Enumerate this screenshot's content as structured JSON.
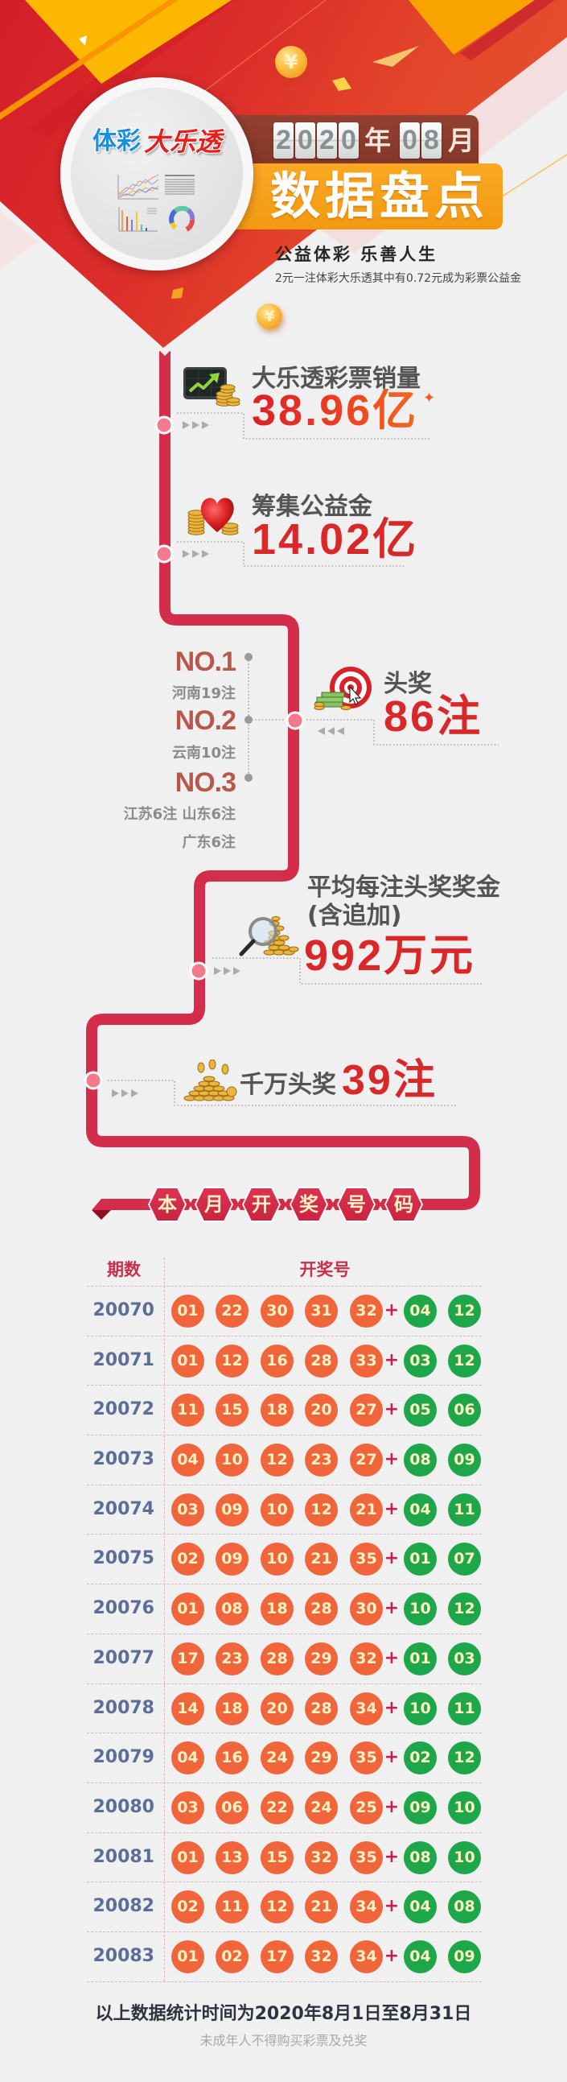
{
  "header": {
    "brand_sport": "体彩",
    "brand_lotto": "大乐透",
    "year_digits": [
      "2",
      "0",
      "2",
      "0"
    ],
    "year_unit": "年",
    "month_digits": [
      "0",
      "8"
    ],
    "month_unit": "月",
    "title": "数据盘点",
    "slogan": "公益体彩 乐善人生",
    "subtitle": "2元一注体彩大乐透其中有0.72元成为彩票公益金",
    "coin_symbol": "¥",
    "circle_icons": [
      "line-chart-icon",
      "text-lines-icon",
      "bar-chart-icon",
      "donut-chart-icon"
    ]
  },
  "stats": {
    "sales": {
      "label": "大乐透彩票销量",
      "value": "38.96亿",
      "icon": "chart-coins-icon",
      "sparkle": "✦"
    },
    "welfare": {
      "label": "筹集公益金",
      "value": "14.02亿",
      "icon": "heart-coins-icon"
    },
    "jackpot": {
      "label": "头奖",
      "value": "86注",
      "icon": "target-money-icon",
      "ranking": [
        {
          "rank": "NO.1",
          "detail": "河南19注"
        },
        {
          "rank": "NO.2",
          "detail": "云南10注"
        },
        {
          "rank": "NO.3",
          "detail": "江苏6注 山东6注",
          "detail_extra": "广东6注"
        }
      ]
    },
    "avg_prize": {
      "label": "平均每注头奖奖金",
      "label_note": "(含追加)",
      "value": "992万元",
      "icon": "magnifier-coins-icon"
    },
    "ten_million": {
      "label": "千万头奖",
      "value": "39注",
      "icon": "coin-pile-icon"
    }
  },
  "draws": {
    "title_chars": [
      "本",
      "月",
      "开",
      "奖",
      "号",
      "码"
    ],
    "columns": {
      "period": "期数",
      "numbers": "开奖号"
    },
    "plus": "+",
    "rows": [
      {
        "period": "20070",
        "front": [
          "01",
          "22",
          "30",
          "31",
          "32"
        ],
        "back": [
          "04",
          "12"
        ]
      },
      {
        "period": "20071",
        "front": [
          "01",
          "12",
          "16",
          "28",
          "33"
        ],
        "back": [
          "03",
          "12"
        ]
      },
      {
        "period": "20072",
        "front": [
          "11",
          "15",
          "18",
          "20",
          "27"
        ],
        "back": [
          "05",
          "06"
        ]
      },
      {
        "period": "20073",
        "front": [
          "04",
          "10",
          "12",
          "23",
          "27"
        ],
        "back": [
          "08",
          "09"
        ]
      },
      {
        "period": "20074",
        "front": [
          "03",
          "09",
          "10",
          "12",
          "21"
        ],
        "back": [
          "04",
          "11"
        ]
      },
      {
        "period": "20075",
        "front": [
          "02",
          "09",
          "10",
          "21",
          "35"
        ],
        "back": [
          "01",
          "07"
        ]
      },
      {
        "period": "20076",
        "front": [
          "01",
          "08",
          "18",
          "28",
          "30"
        ],
        "back": [
          "10",
          "12"
        ]
      },
      {
        "period": "20077",
        "front": [
          "17",
          "23",
          "28",
          "29",
          "32"
        ],
        "back": [
          "01",
          "03"
        ]
      },
      {
        "period": "20078",
        "front": [
          "14",
          "18",
          "20",
          "28",
          "34"
        ],
        "back": [
          "10",
          "11"
        ]
      },
      {
        "period": "20079",
        "front": [
          "04",
          "16",
          "24",
          "29",
          "35"
        ],
        "back": [
          "02",
          "12"
        ]
      },
      {
        "period": "20080",
        "front": [
          "03",
          "06",
          "22",
          "24",
          "25"
        ],
        "back": [
          "09",
          "10"
        ]
      },
      {
        "period": "20081",
        "front": [
          "01",
          "13",
          "15",
          "32",
          "35"
        ],
        "back": [
          "08",
          "10"
        ]
      },
      {
        "period": "20082",
        "front": [
          "02",
          "11",
          "12",
          "21",
          "34"
        ],
        "back": [
          "04",
          "08"
        ]
      },
      {
        "period": "20083",
        "front": [
          "01",
          "02",
          "17",
          "32",
          "34"
        ],
        "back": [
          "04",
          "09"
        ]
      }
    ]
  },
  "footer": {
    "stat_period": "以上数据统计时间为2020年8月1日至8月31日",
    "notice": "未成年人不得购买彩票及兑奖"
  },
  "colors": {
    "page_background": "#f0f0f0",
    "header_red": "#d8232a",
    "header_yellow": "#fcb800",
    "banner_brown": "#8b3a2b",
    "banner_orange": "#f7a11a",
    "timeline": "#d42d4b",
    "timeline_node": "#f5788d",
    "stat_label": "#545454",
    "stat_value": "#d8282a",
    "rank_text": "#b8584a",
    "table_header": "#c8304a",
    "period_text": "#5b6e98",
    "front_ball": "#f0653b",
    "back_ball": "#1ea64b",
    "ball_text": "#fff3c2"
  }
}
